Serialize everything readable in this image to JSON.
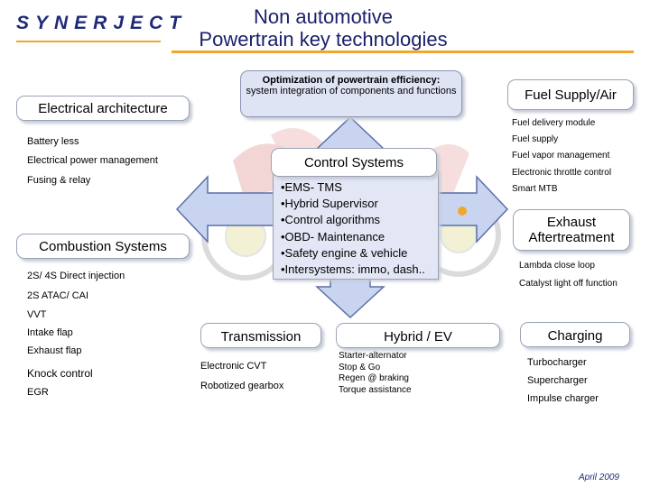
{
  "logo": {
    "text": "SYNERJECT"
  },
  "title": {
    "line1": "Non automotive",
    "line2": "Powertrain key technologies"
  },
  "optimization": {
    "title": "Optimization of powertrain efficiency:",
    "subtitle": "system integration of components and functions"
  },
  "electrical": {
    "header": "Electrical architecture",
    "items": [
      "Battery less",
      "Electrical power management",
      "Fusing & relay"
    ]
  },
  "combustion": {
    "header": "Combustion Systems",
    "items": [
      "2S/ 4S Direct injection",
      "2S ATAC/ CAI",
      "VVT",
      "Intake flap",
      "Exhaust flap",
      "Knock control",
      "EGR"
    ]
  },
  "control": {
    "header": "Control  Systems",
    "items": [
      "•EMS- TMS",
      "•Hybrid Supervisor",
      "•Control algorithms",
      "•OBD- Maintenance",
      "•Safety engine & vehicle",
      "•Intersystems: immo, dash.."
    ]
  },
  "fuel": {
    "header": "Fuel Supply/Air",
    "items": [
      "Fuel delivery module",
      "Fuel supply",
      "Fuel vapor management",
      "Electronic throttle control",
      "Smart MTB"
    ]
  },
  "exhaust": {
    "header_line1": "Exhaust",
    "header_line2": "Aftertreatment",
    "items": [
      "Lambda close loop",
      "Catalyst light off function"
    ]
  },
  "transmission": {
    "header": "Transmission",
    "items": [
      "Electronic CVT",
      "Robotized gearbox"
    ]
  },
  "hybrid": {
    "header": "Hybrid / EV",
    "items": [
      "Starter-alternator",
      "Stop & Go",
      "Regen @ braking",
      "Torque assistance"
    ]
  },
  "charging": {
    "header": "Charging",
    "items": [
      "Turbocharger",
      "Supercharger",
      "Impulse charger"
    ]
  },
  "footer": {
    "date": "April 2009"
  },
  "colors": {
    "arrow_fill": "#c9d5f0",
    "arrow_stroke": "#5a6fa8",
    "accent": "#f0a72a",
    "brand": "#1f2a78"
  }
}
